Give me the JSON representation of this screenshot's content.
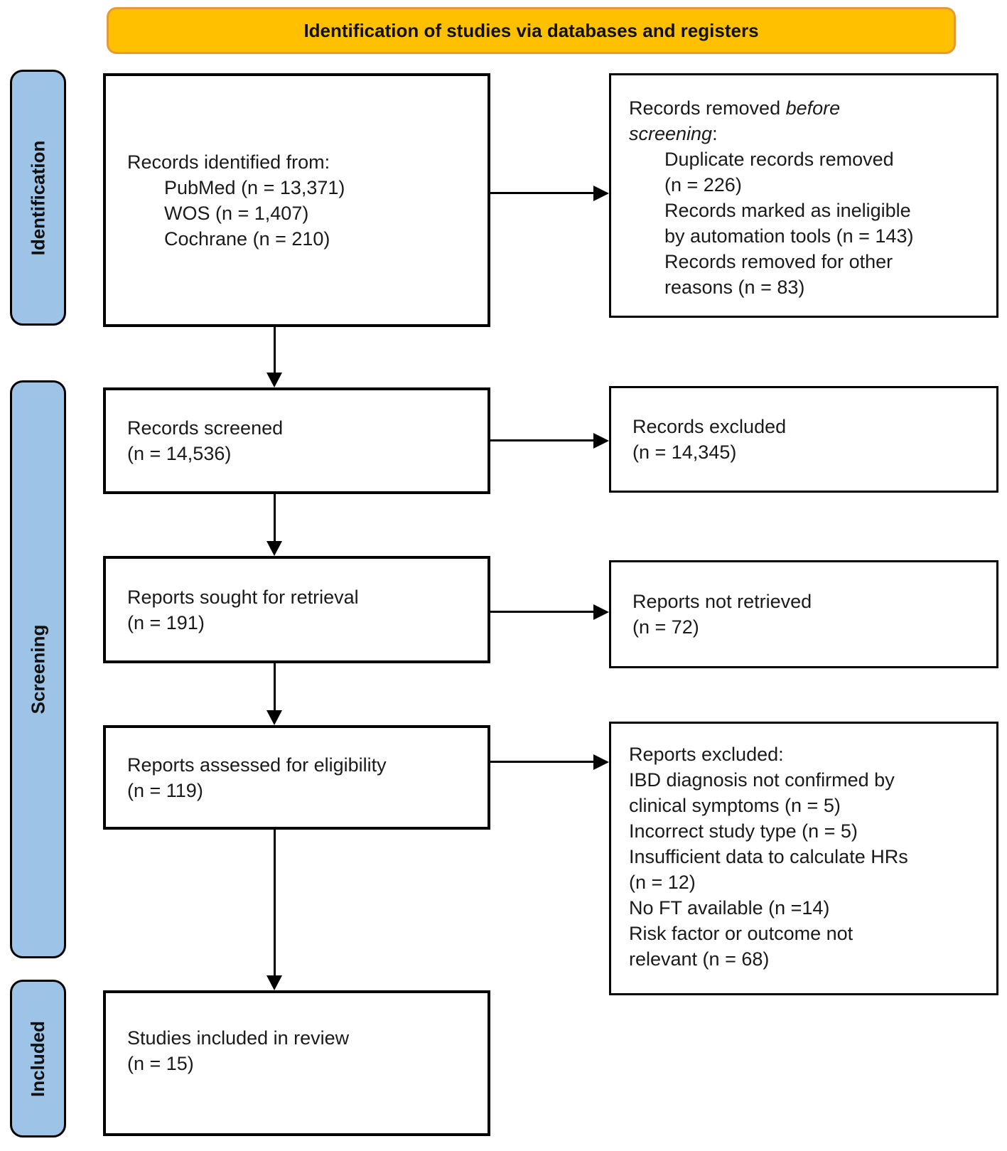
{
  "colors": {
    "banner_fill": "#FFC000",
    "banner_border": "#E39B35",
    "stage_fill": "#9DC3E6",
    "line_color": "#000000"
  },
  "banner": {
    "title": "Identification of studies via databases and registers"
  },
  "stages": {
    "identification": "Identification",
    "screening": "Screening",
    "included": "Included"
  },
  "flow": {
    "records_identified": {
      "title": "Records identified from:",
      "items": [
        "PubMed (n = 13,371)",
        "WOS (n = 1,407)",
        "Cochrane (n = 210)"
      ]
    },
    "records_removed": {
      "prefix": "Records removed ",
      "italic_line1": "before",
      "italic_line2": "screening",
      "suffix": ":",
      "items": [
        "Duplicate records removed\n(n = 226)",
        "Records marked as ineligible\nby automation tools (n = 143)",
        "Records removed for other\nreasons (n = 83)"
      ]
    },
    "records_screened": {
      "label": "Records screened",
      "count": "(n = 14,536)"
    },
    "records_excluded": {
      "label": "Records excluded",
      "count": "(n = 14,345)"
    },
    "reports_sought": {
      "label": "Reports sought for retrieval",
      "count": "(n = 191)"
    },
    "reports_not_retrieved": {
      "label": "Reports not retrieved",
      "count": "(n = 72)"
    },
    "reports_assessed": {
      "label": "Reports assessed for eligibility",
      "count": "(n = 119)"
    },
    "reports_excluded": {
      "title": "Reports excluded:",
      "items": [
        "IBD diagnosis not confirmed by\nclinical symptoms (n = 5)",
        "Incorrect study type (n = 5)",
        "Insufficient data to calculate HRs\n(n = 12)",
        "No FT available (n =14)",
        "Risk factor or outcome not\nrelevant (n = 68)"
      ]
    },
    "studies_included": {
      "label": "Studies included in review",
      "count": "(n = 15)"
    }
  }
}
